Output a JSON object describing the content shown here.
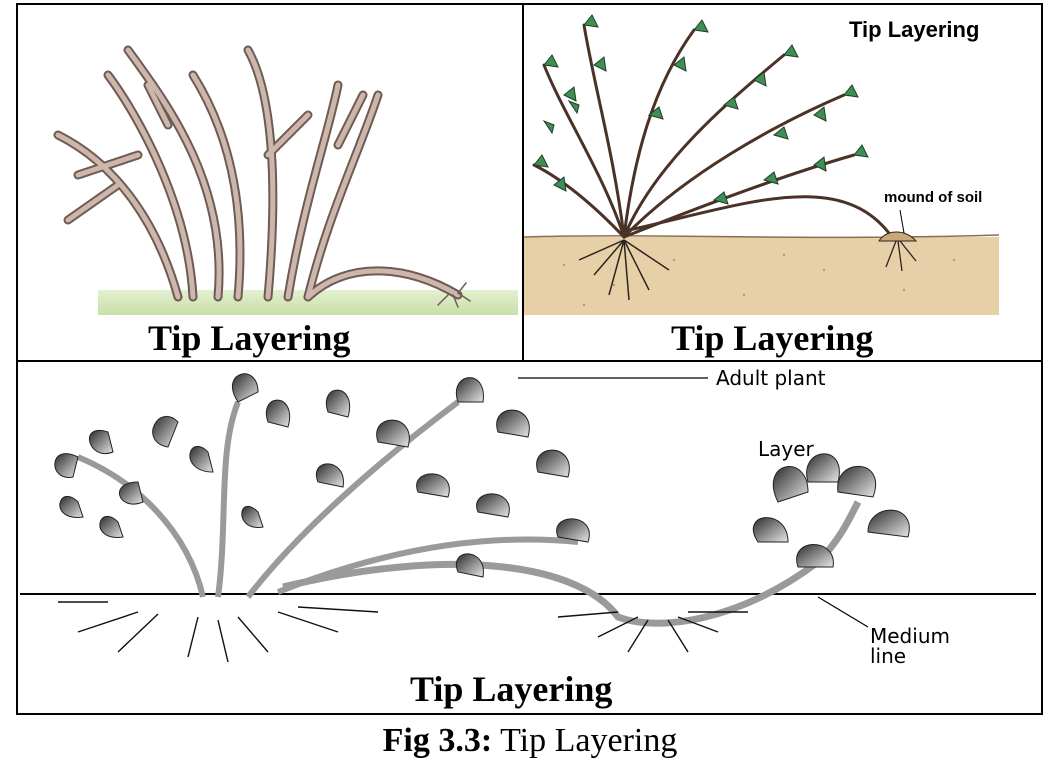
{
  "panels": [
    {
      "caption": "Tip Layering"
    },
    {
      "caption": "Tip Layering",
      "title": "Tip Layering",
      "label_soil": "mound of soil"
    },
    {
      "caption": "Tip Layering",
      "label_adult": "Adult plant",
      "label_layer": "Layer",
      "label_medium_1": "Medium",
      "label_medium_2": "line"
    }
  ],
  "figure_caption": {
    "prefix": "Fig 3.3:",
    "text": "Tip Layering"
  },
  "colors": {
    "stem": "#c9b3aa",
    "stem_outline": "#6e5b53",
    "grass": "#d3e6b8",
    "soil": "#e7cfa8",
    "leaf": "#3f8f55"
  }
}
